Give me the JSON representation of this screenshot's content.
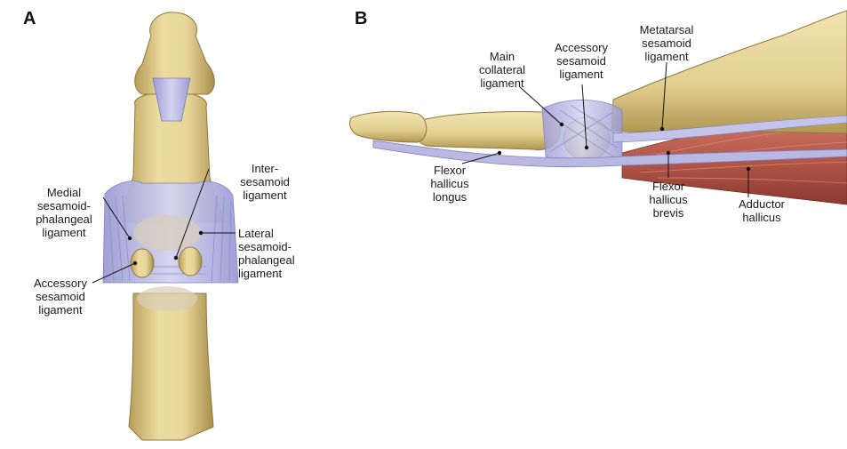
{
  "panels": [
    {
      "letter": "A",
      "labels": {
        "medial": [
          "Medial",
          "sesamoid-",
          "phalangeal",
          "ligament"
        ],
        "inter": [
          "Inter-",
          "sesamoid",
          "ligament"
        ],
        "lateral": [
          "Lateral",
          "sesamoid-",
          "phalangeal",
          "ligament"
        ],
        "accessory": [
          "Accessory",
          "sesamoid",
          "ligament"
        ]
      }
    },
    {
      "letter": "B",
      "labels": {
        "main_collateral": [
          "Main",
          "collateral",
          "ligament"
        ],
        "accessory": [
          "Accessory",
          "sesamoid",
          "ligament"
        ],
        "metatarsal": [
          "Metatarsal",
          "sesamoid",
          "ligament"
        ],
        "flexor_longus": [
          "Flexor",
          "hallicus",
          "longus"
        ],
        "flexor_brevis": [
          "Flexor",
          "hallicus",
          "brevis"
        ],
        "adductor": [
          "Adductor",
          "hallicus"
        ]
      }
    }
  ],
  "colors": {
    "bone": "#e6d69a",
    "bone_shadow": "#b89f5c",
    "ligament": "#b8b8e0",
    "ligament_line": "#8080c0",
    "muscle": "#b5584a",
    "label_line": "#111111"
  }
}
